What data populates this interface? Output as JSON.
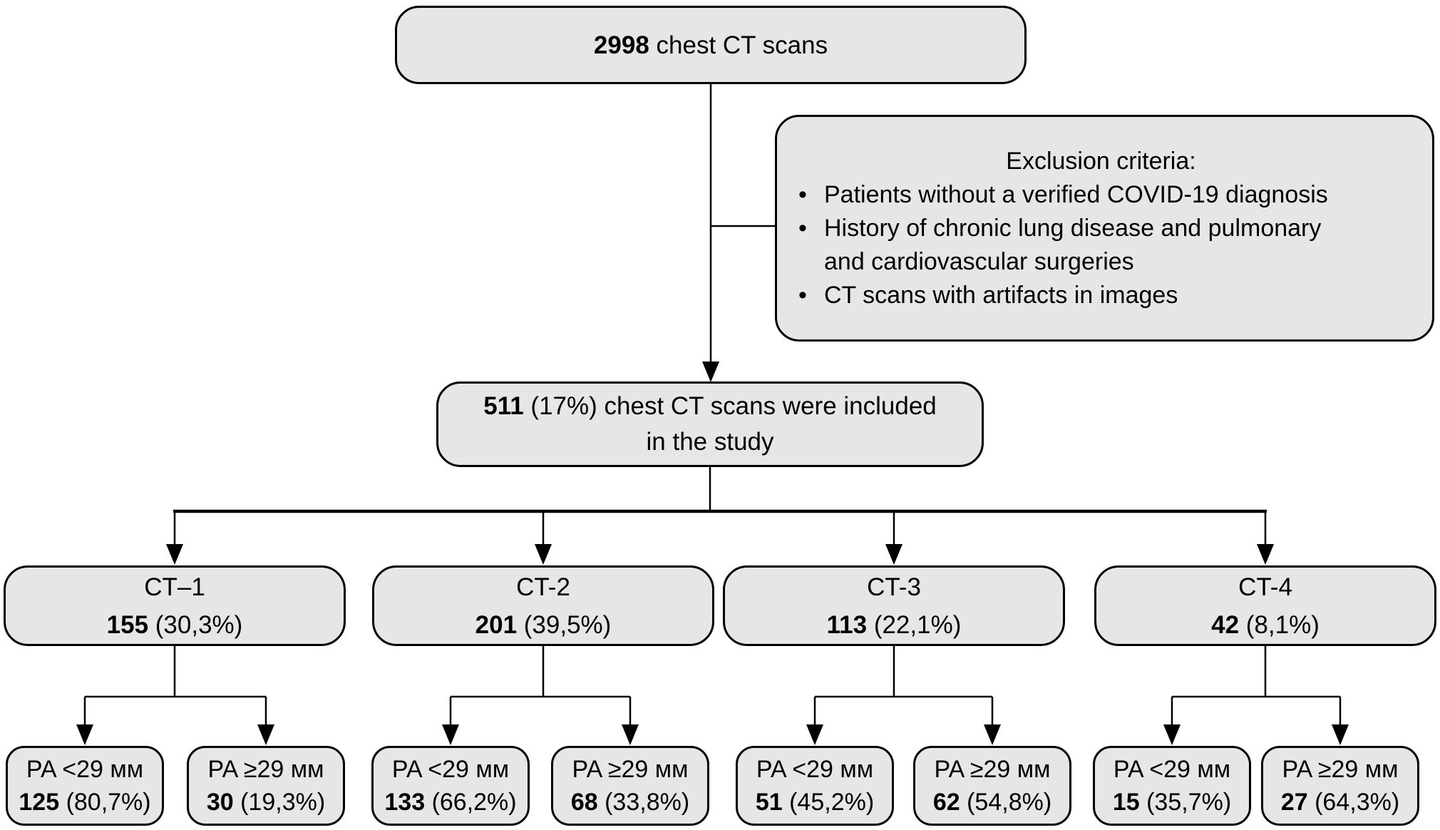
{
  "colors": {
    "box_fill": "#e6e6e6",
    "box_border": "#000000",
    "line": "#000000",
    "background": "#ffffff"
  },
  "root_box": {
    "count": "2998",
    "label": " chest CT scans"
  },
  "exclusion_box": {
    "title": "Exclusion criteria:",
    "bullet": "•",
    "items": [
      {
        "text": "Patients without a verified COVID-19 diagnosis"
      },
      {
        "text": "History of chronic lung disease and pulmonary",
        "text2": "and cardiovascular surgeries"
      },
      {
        "text": "CT scans with artifacts in images"
      }
    ]
  },
  "included_box": {
    "count": "511",
    "line1_rest": " (17%) chest CT scans were included",
    "line2": "in the study"
  },
  "ct_groups": [
    {
      "title": "CT–1",
      "count": "155",
      "pct": "(30,3%)",
      "children": [
        {
          "label": "PA <29 мм",
          "count": "125",
          "pct": "(80,7%)"
        },
        {
          "label": "PA ≥29 мм",
          "count": "30",
          "pct": "(19,3%)"
        }
      ]
    },
    {
      "title": "CT-2",
      "count": "201",
      "pct": "(39,5%)",
      "children": [
        {
          "label": "PA <29 мм",
          "count": "133",
          "pct": "(66,2%)"
        },
        {
          "label": "PA ≥29 мм",
          "count": "68",
          "pct": "(33,8%)"
        }
      ]
    },
    {
      "title": "CT-3",
      "count": "113",
      "pct": "(22,1%)",
      "children": [
        {
          "label": "PA <29 мм",
          "count": "51",
          "pct": "(45,2%)"
        },
        {
          "label": "PA ≥29 мм",
          "count": "62",
          "pct": "(54,8%)"
        }
      ]
    },
    {
      "title": "CT-4",
      "count": "42",
      "pct": "(8,1%)",
      "children": [
        {
          "label": "PA <29 мм",
          "count": "15",
          "pct": "(35,7%)"
        },
        {
          "label": "PA ≥29 мм",
          "count": "27",
          "pct": "(64,3%)"
        }
      ]
    }
  ]
}
